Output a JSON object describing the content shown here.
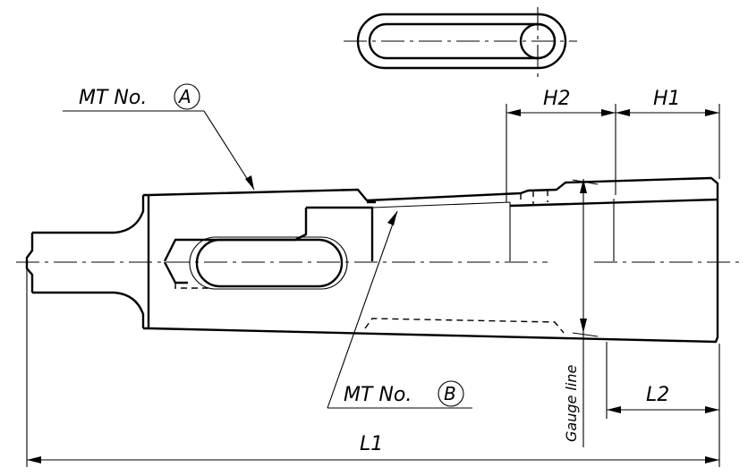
{
  "labels": {
    "mt_a_prefix": "MT No.",
    "mt_a_letter": "A",
    "mt_b_prefix": "MT No.",
    "mt_b_letter": "B",
    "h1": "H1",
    "h2": "H2",
    "l1": "L1",
    "l2": "L2",
    "gauge_line": "Gauge line"
  }
}
